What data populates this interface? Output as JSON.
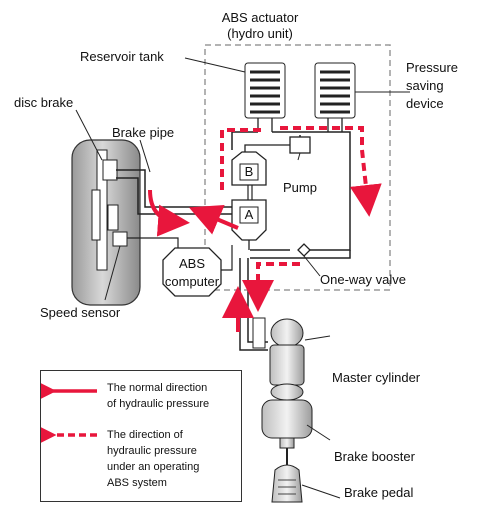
{
  "labels": {
    "abs_actuator": "ABS actuator",
    "hydro_unit": "(hydro unit)",
    "reservoir_tank": "Reservoir tank",
    "pressure_saving_device": [
      "Pressure",
      "saving",
      "device"
    ],
    "disc_brake": "disc brake",
    "brake_pipe": "Brake pipe",
    "pump": "Pump",
    "chamber_a": "A",
    "chamber_b": "B",
    "abs_computer": [
      "ABS",
      "computer"
    ],
    "speed_sensor": "Speed sensor",
    "one_way_valve": "One-way valve",
    "master_cylinder": "Master cylinder",
    "brake_booster": "Brake booster",
    "brake_pedal": "Brake pedal"
  },
  "legend": {
    "normal": [
      "The normal direction",
      "of hydraulic pressure"
    ],
    "abs": [
      "The direction of",
      "hydraulic pressure",
      "under an operating",
      "ABS system"
    ]
  },
  "colors": {
    "flow": "#e8163c",
    "line": "#222222",
    "dashed_box": "#9a9a9a"
  }
}
